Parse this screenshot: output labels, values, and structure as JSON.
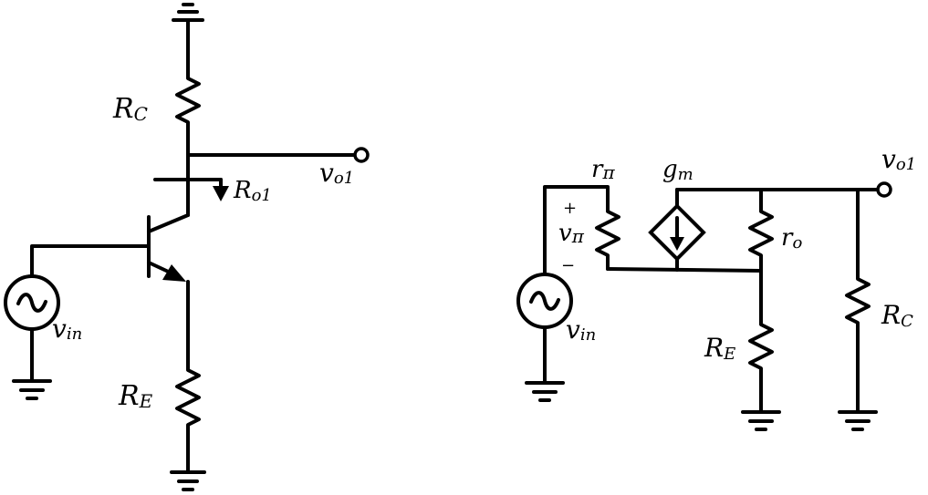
{
  "left_circuit": {
    "rc": {
      "main": "R",
      "sub": "C"
    },
    "re": {
      "main": "R",
      "sub": "E"
    },
    "vo1": {
      "main": "v",
      "sub": "o1"
    },
    "ro1": {
      "main": "R",
      "sub": "o1"
    },
    "vin": {
      "main": "v",
      "sub": "in"
    }
  },
  "right_circuit": {
    "rpi": {
      "main": "r",
      "sub": "π"
    },
    "gm": {
      "main": "g",
      "sub": "m"
    },
    "vo1": {
      "main": "v",
      "sub": "o1"
    },
    "vpi": {
      "main": "v",
      "sub": "π"
    },
    "vpi_plus": "+",
    "vpi_minus": "−",
    "ro": {
      "main": "r",
      "sub": "o"
    },
    "re": {
      "main": "R",
      "sub": "E"
    },
    "rc": {
      "main": "R",
      "sub": "C"
    },
    "vin": {
      "main": "v",
      "sub": "in"
    }
  }
}
